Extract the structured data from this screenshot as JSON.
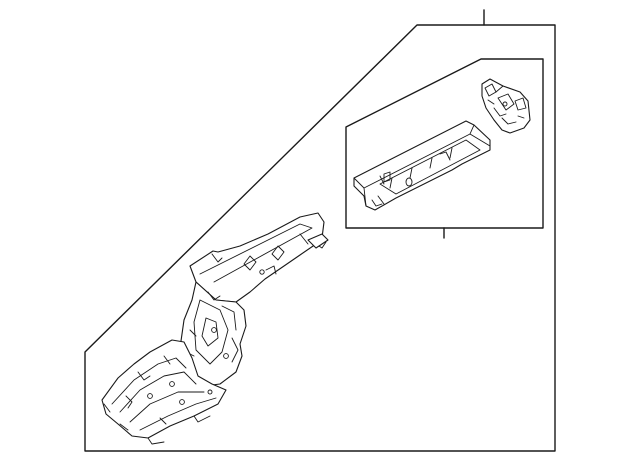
{
  "diagram": {
    "kind": "exploded-parts-illustration",
    "parts": [
      {
        "name": "rail-assembly",
        "shown": true
      },
      {
        "name": "rail-extension",
        "shown": true
      },
      {
        "name": "bracket",
        "shown": true
      }
    ],
    "callout_labels": []
  },
  "colors": {
    "background": "#ffffff",
    "line": "#1a1a1a"
  }
}
